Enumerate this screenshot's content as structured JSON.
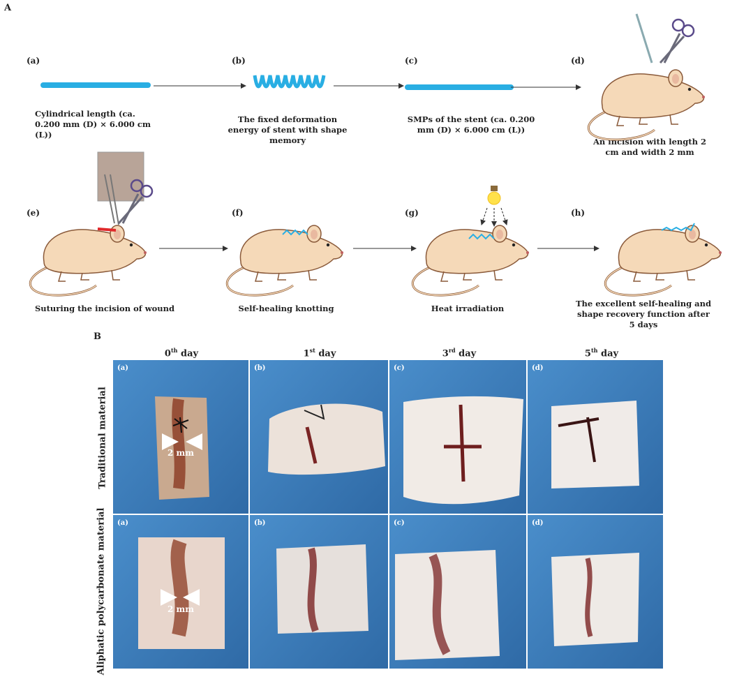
{
  "panelA": {
    "label": "A",
    "steps": [
      {
        "letter": "(a)",
        "caption": "Cylindrical length (ca. 0.200 mm (D) × 6.000 cm (L))"
      },
      {
        "letter": "(b)",
        "caption": "The fixed deformation energy of stent with shape memory"
      },
      {
        "letter": "(c)",
        "caption": "SMPs of the stent (ca. 0.200 mm (D) × 6.000 cm (L))"
      },
      {
        "letter": "(d)",
        "caption": "An incision with length 2 cm and width 2 mm"
      },
      {
        "letter": "(e)",
        "caption": "Suturing the incision of wound"
      },
      {
        "letter": "(f)",
        "caption": "Self-healing knotting"
      },
      {
        "letter": "(g)",
        "caption": "Heat irradiation"
      },
      {
        "letter": "(h)",
        "caption": "The excellent self-healing and shape recovery function after 5 days"
      }
    ]
  },
  "panelB": {
    "label": "B",
    "days": [
      {
        "num": "0",
        "sup": "th",
        "word": "day"
      },
      {
        "num": "1",
        "sup": "st",
        "word": "day"
      },
      {
        "num": "3",
        "sup": "rd",
        "word": "day"
      },
      {
        "num": "5",
        "sup": "th",
        "word": "day"
      }
    ],
    "rows": [
      {
        "label": "Traditional  material",
        "photos": [
          "(a)",
          "(b)",
          "(c)",
          "(d)"
        ],
        "scale": "2 mm"
      },
      {
        "label": "Aliphatic  polycarbonate  material",
        "photos": [
          "(a)",
          "(b)",
          "(c)",
          "(d)"
        ],
        "scale": "2 mm"
      }
    ]
  },
  "colors": {
    "stent": "#29aee3",
    "rat": "#f5d9b8",
    "ratOutline": "#8a5a3a",
    "photoBg": "#3d7fb6",
    "skin": "#ece2da",
    "wound": "#7a2424"
  }
}
